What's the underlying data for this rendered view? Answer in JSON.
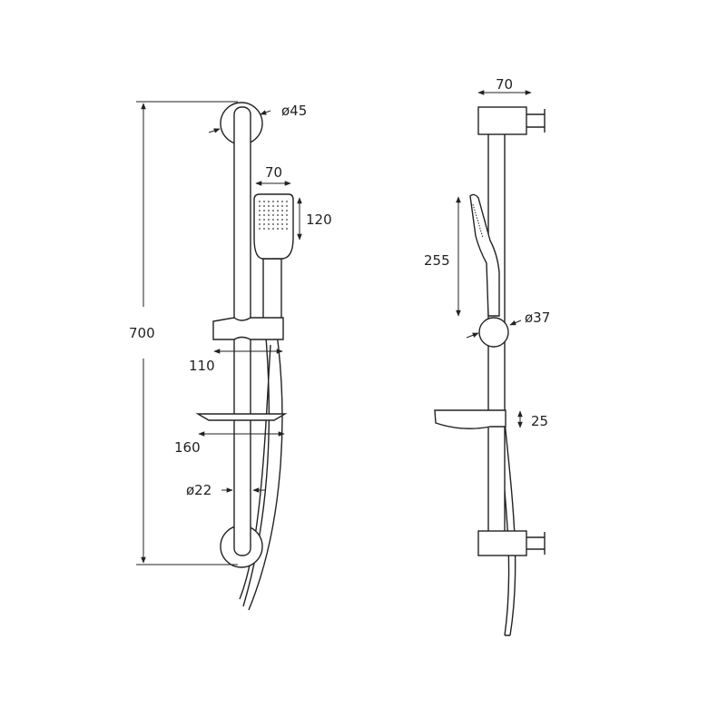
{
  "front_view": {
    "dim_height": "700",
    "dim_bracket_diameter": "ø45",
    "dim_handset_width": "70",
    "dim_handset_head_height": "120",
    "dim_slider_width": "110",
    "dim_soap_dish_width": "160",
    "dim_rail_diameter": "ø22"
  },
  "side_view": {
    "dim_bracket_depth": "70",
    "dim_handset_length": "255",
    "dim_ball_diameter": "ø37",
    "dim_soap_dish_height": "25"
  }
}
